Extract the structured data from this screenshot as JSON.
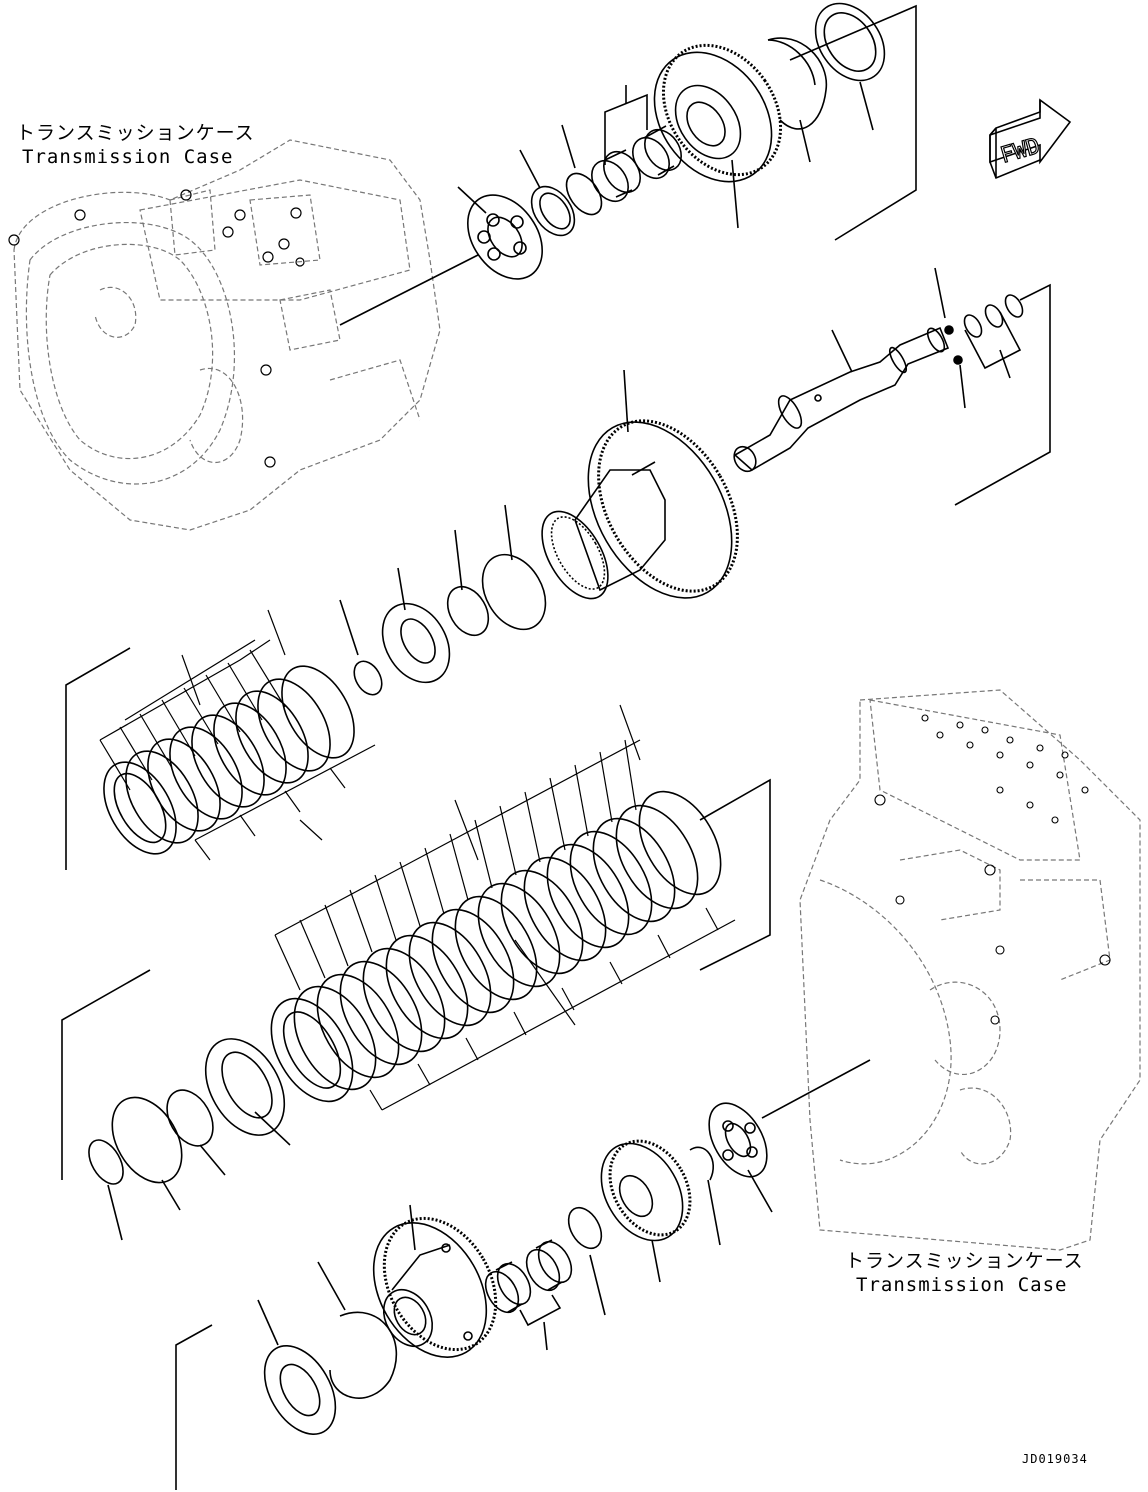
{
  "labels": {
    "case_top_jp": "トランスミッションケース",
    "case_top_en": "Transmission Case",
    "case_bottom_jp": "トランスミッションケース",
    "case_bottom_en": "Transmission Case",
    "fwd": "FWD",
    "drawing_code": "JD019034"
  },
  "icons": [
    "fwd-arrow-icon"
  ]
}
